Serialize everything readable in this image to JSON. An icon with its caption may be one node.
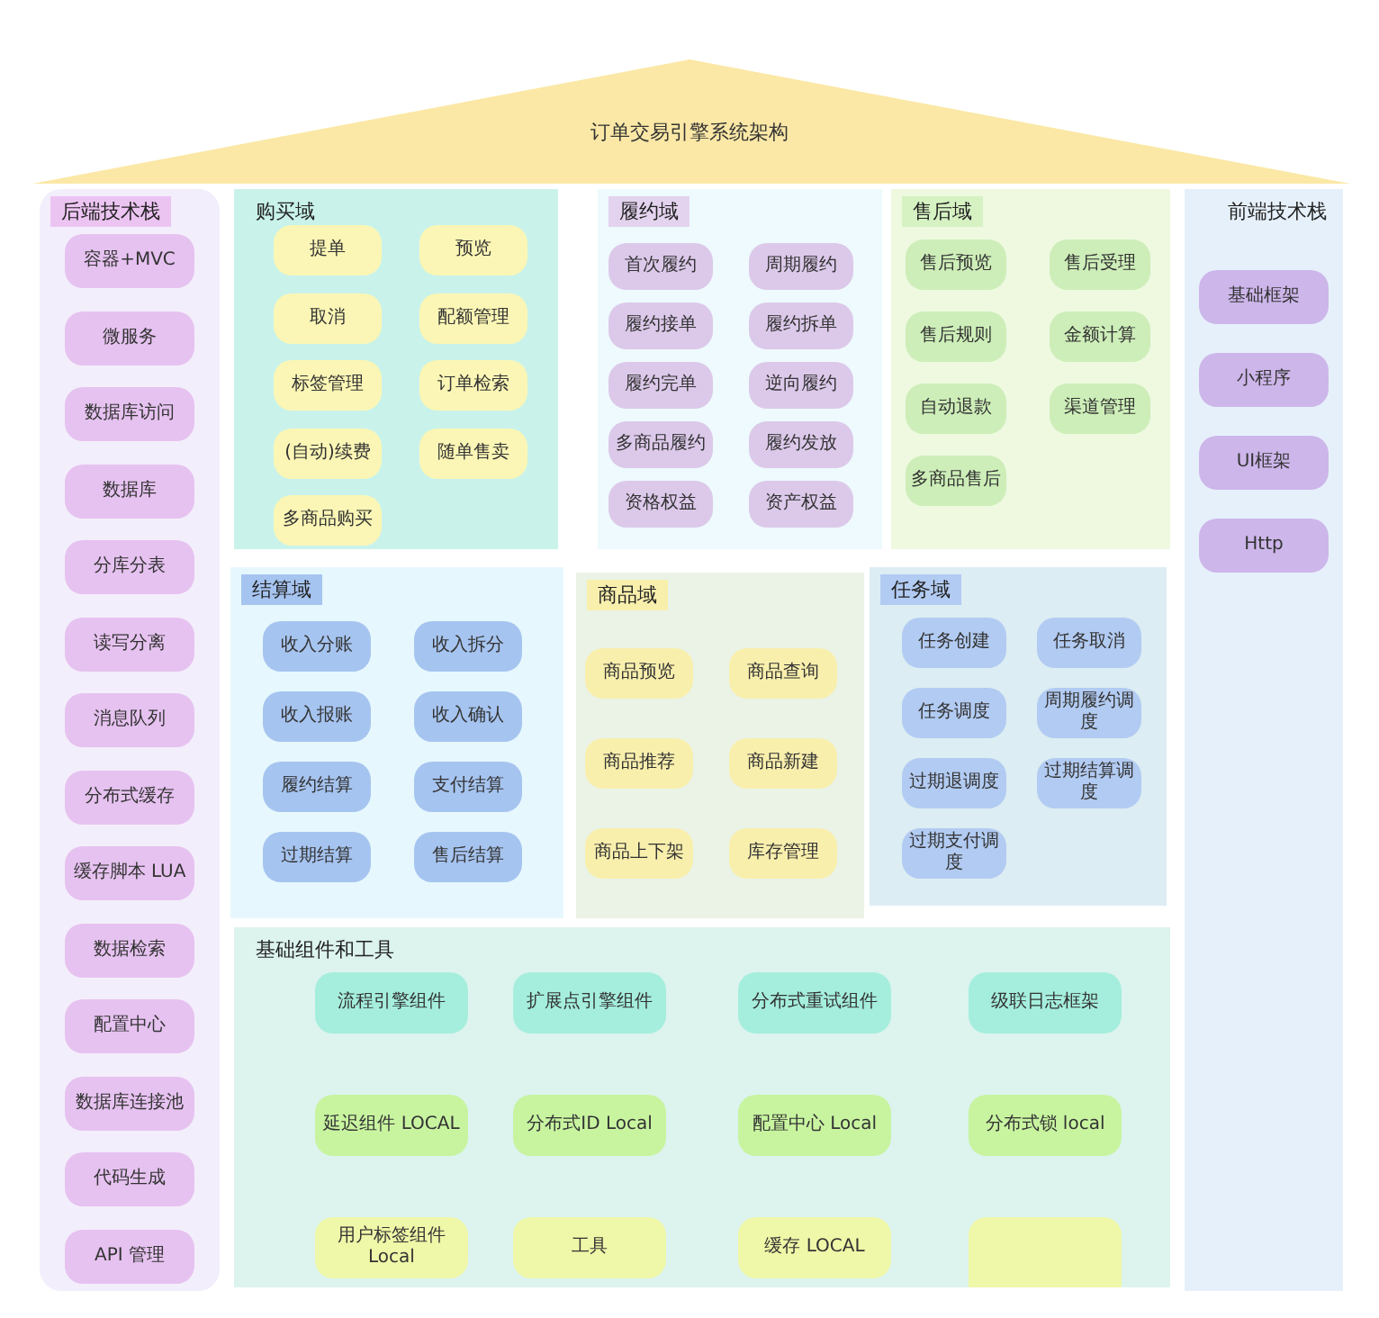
{
  "diagram": {
    "title": "订单交易引擎系统架构",
    "nodes": [
      {
        "text": [
          "后端技术栈"
        ]
      },
      {
        "text": [
          "容器+MVC"
        ],
        "in": 0
      },
      {
        "text": [
          "微服务"
        ],
        "in": 0
      },
      {
        "text": [
          "数据库访问"
        ],
        "in": 0
      },
      {
        "text": [
          "数据库"
        ],
        "in": 0
      },
      {
        "text": [
          "分库分表"
        ],
        "in": 0
      },
      {
        "text": [
          "读写分离"
        ],
        "in": 0
      },
      {
        "text": [
          "消息队列"
        ],
        "in": 0
      },
      {
        "text": [
          "分布式缓存"
        ],
        "in": 0
      },
      {
        "text": [
          "缓存脚本 LUA"
        ],
        "in": 0
      },
      {
        "text": [
          "数据检索"
        ],
        "in": 0
      },
      {
        "text": [
          "配置中心"
        ],
        "in": 0
      },
      {
        "text": [
          "数据库连接池"
        ],
        "in": 0
      },
      {
        "text": [
          "代码生成"
        ],
        "in": 0
      },
      {
        "text": [
          "API 管理"
        ],
        "in": 0
      },
      {
        "text": [
          "购买域"
        ]
      },
      {
        "text": [
          "提单"
        ],
        "in": 15
      },
      {
        "text": [
          "预览"
        ],
        "in": 15
      },
      {
        "text": [
          "取消"
        ],
        "in": 15
      },
      {
        "text": [
          "配额管理"
        ],
        "in": 15
      },
      {
        "text": [
          "标签管理"
        ],
        "in": 15
      },
      {
        "text": [
          "订单检索"
        ],
        "in": 15
      },
      {
        "text": [
          "(自动)续费"
        ],
        "in": 15
      },
      {
        "text": [
          "随单售卖"
        ],
        "in": 15
      },
      {
        "text": [
          "多商品购买"
        ],
        "in": 15
      },
      {
        "text": [
          "履约域"
        ]
      },
      {
        "text": [
          "首次履约"
        ],
        "in": 25
      },
      {
        "text": [
          "周期履约"
        ],
        "in": 25
      },
      {
        "text": [
          "履约接单"
        ],
        "in": 25
      },
      {
        "text": [
          "履约拆单"
        ],
        "in": 25
      },
      {
        "text": [
          "履约完单"
        ],
        "in": 25
      },
      {
        "text": [
          "逆向履约"
        ],
        "in": 25
      },
      {
        "text": [
          "多商品履约"
        ],
        "in": 25
      },
      {
        "text": [
          "履约发放"
        ],
        "in": 25
      },
      {
        "text": [
          "资格权益"
        ],
        "in": 25
      },
      {
        "text": [
          "资产权益"
        ],
        "in": 25
      },
      {
        "text": [
          "售后域"
        ]
      },
      {
        "text": [
          "售后预览"
        ],
        "in": 36
      },
      {
        "text": [
          "售后受理"
        ],
        "in": 36
      },
      {
        "text": [
          "售后规则"
        ],
        "in": 36
      },
      {
        "text": [
          "金额计算"
        ],
        "in": 36
      },
      {
        "text": [
          "自动退款"
        ],
        "in": 36
      },
      {
        "text": [
          "渠道管理"
        ],
        "in": 36
      },
      {
        "text": [
          "多商品售后"
        ],
        "in": 36
      },
      {
        "text": [
          "前端技术栈"
        ]
      },
      {
        "text": [
          "基础框架"
        ],
        "in": 44
      },
      {
        "text": [
          "小程序"
        ],
        "in": 44
      },
      {
        "text": [
          "UI框架"
        ],
        "in": 44
      },
      {
        "text": [
          "Http"
        ],
        "in": 44
      },
      {
        "text": [
          "结算域"
        ]
      },
      {
        "text": [
          "收入分账"
        ],
        "in": 49
      },
      {
        "text": [
          "收入拆分"
        ],
        "in": 49
      },
      {
        "text": [
          "收入报账"
        ],
        "in": 49
      },
      {
        "text": [
          "收入确认"
        ],
        "in": 49
      },
      {
        "text": [
          "履约结算"
        ],
        "in": 49
      },
      {
        "text": [
          "支付结算"
        ],
        "in": 49
      },
      {
        "text": [
          "过期结算"
        ],
        "in": 49
      },
      {
        "text": [
          "售后结算"
        ],
        "in": 49
      },
      {
        "text": [
          "商品域"
        ]
      },
      {
        "text": [
          "商品预览"
        ],
        "in": 58
      },
      {
        "text": [
          "商品查询"
        ],
        "in": 58
      },
      {
        "text": [
          "商品推荐"
        ],
        "in": 58
      },
      {
        "text": [
          "商品新建"
        ],
        "in": 58
      },
      {
        "text": [
          "商品上下架"
        ],
        "in": 58
      },
      {
        "text": [
          "库存管理"
        ],
        "in": 58
      },
      {
        "text": [
          "任务域"
        ]
      },
      {
        "text": [
          "任务创建"
        ],
        "in": 65
      },
      {
        "text": [
          "任务取消"
        ],
        "in": 65
      },
      {
        "text": [
          "任务调度"
        ],
        "in": 65
      },
      {
        "text": [
          "周期履约调度"
        ],
        "in": 65
      },
      {
        "text": [
          "过期退调度"
        ],
        "in": 65
      },
      {
        "text": [
          "过期结算调度"
        ],
        "in": 65
      },
      {
        "text": [
          "过期支付调度"
        ],
        "in": 65
      },
      {
        "text": [
          "基础组件和工具"
        ]
      },
      {
        "text": [
          "流程引擎组件"
        ],
        "in": 73
      },
      {
        "text": [
          "扩展点引擎组件"
        ],
        "in": 73
      },
      {
        "text": [
          "分布式重试组件"
        ],
        "in": 73
      },
      {
        "text": [
          "级联日志框架"
        ],
        "in": 73
      },
      {
        "text": [
          "延迟组件 LOCAL"
        ],
        "in": 73
      },
      {
        "text": [
          "分布式ID Local"
        ],
        "in": 73
      },
      {
        "text": [
          "配置中心 Local"
        ],
        "in": 73
      },
      {
        "text": [
          "分布式锁 local"
        ],
        "in": 73
      },
      {
        "text": [
          "用户标签组件Local"
        ],
        "in": 73
      },
      {
        "text": [
          "工具"
        ],
        "in": 73
      },
      {
        "text": [
          "缓存 LOCAL"
        ],
        "in": 73
      },
      {
        "text": [],
        "shape": "box",
        "in": 73
      }
    ],
    "edges": []
  }
}
